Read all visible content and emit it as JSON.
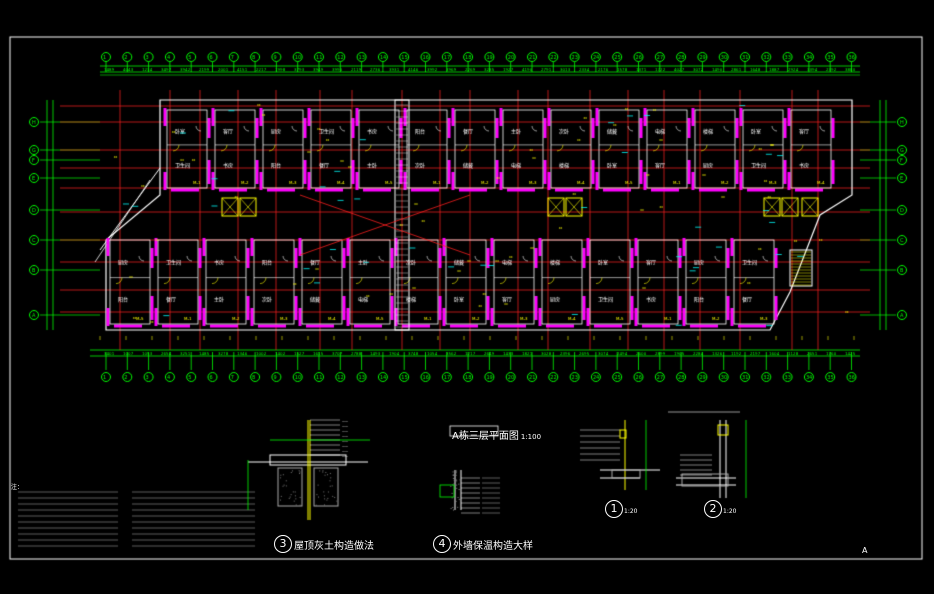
{
  "drawing": {
    "plan_title": "A栋三层平面图",
    "plan_scale": "1:100",
    "detail3_number": "3",
    "detail3_caption": "屋顶灰土构造做法",
    "detail4_number": "4",
    "detail4_caption": "外墙保温构造大样",
    "detail1_number": "1",
    "detail2_number": "2",
    "detail1_scale": "1:20",
    "detail2_scale": "1:20",
    "notes_heading": "注：",
    "sheet_mark": "A"
  },
  "grid_axes": {
    "top_numbers": [
      "1",
      "2",
      "3",
      "4",
      "5",
      "6",
      "7",
      "8",
      "9",
      "10",
      "11",
      "12",
      "13",
      "14",
      "15",
      "16",
      "17",
      "18",
      "19",
      "20",
      "21",
      "22",
      "23",
      "24",
      "25",
      "26",
      "27",
      "28",
      "29",
      "30",
      "31",
      "32",
      "33",
      "34",
      "35",
      "36"
    ],
    "left_letters": [
      "H",
      "G",
      "F",
      "E",
      "D",
      "C",
      "B",
      "A"
    ]
  },
  "room_labels": [
    "卧室",
    "客厅",
    "厨房",
    "卫生间",
    "书房",
    "阳台",
    "餐厅",
    "主卧",
    "次卧",
    "储藏",
    "电梯",
    "楼梯"
  ],
  "colors": {
    "background": "#000000",
    "frame": "#ffffff",
    "dimension": "#00ff00",
    "axis": "#ff2020",
    "wall": "#ff00ff",
    "annotation": "#ffff00",
    "cyan": "#00ffff"
  },
  "icons": [
    "elevator-cross-icon",
    "stair-icon",
    "grid-bubble-icon",
    "section-mark-icon"
  ]
}
